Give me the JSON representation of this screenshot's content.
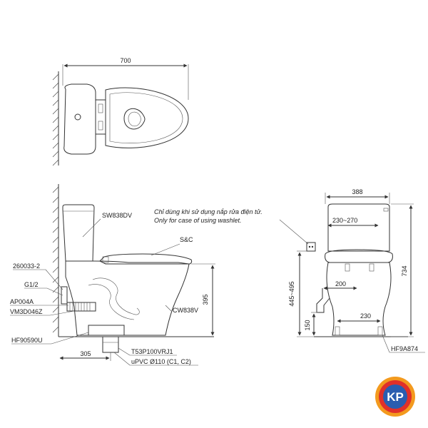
{
  "top_view": {
    "width_dim": "700"
  },
  "side_view": {
    "labels": {
      "tank": "SW838DV",
      "seat": "S&C",
      "bowl": "CW838V",
      "part1": "260033-2",
      "part2": "G1/2",
      "part3": "AP004A",
      "part4": "VM3D046Z",
      "part5": "HF90590U",
      "drain": "T53P100VRJ1",
      "pipe": "uPVC Ø110 (C1, C2)"
    },
    "dims": {
      "height": "395",
      "rough_in": "305"
    },
    "note_vi": "Chỉ dùng khi sử dụng nắp rửa điện tử.",
    "note_en": "Only for case of using washlet."
  },
  "front_view": {
    "dims": {
      "width": "388",
      "inner": "230~270",
      "overall_height": "734",
      "inlet_range": "445~495",
      "d200": "200",
      "d230": "230",
      "d150": "150"
    },
    "part": "HF9A874"
  },
  "logo": {
    "text": "KP"
  }
}
